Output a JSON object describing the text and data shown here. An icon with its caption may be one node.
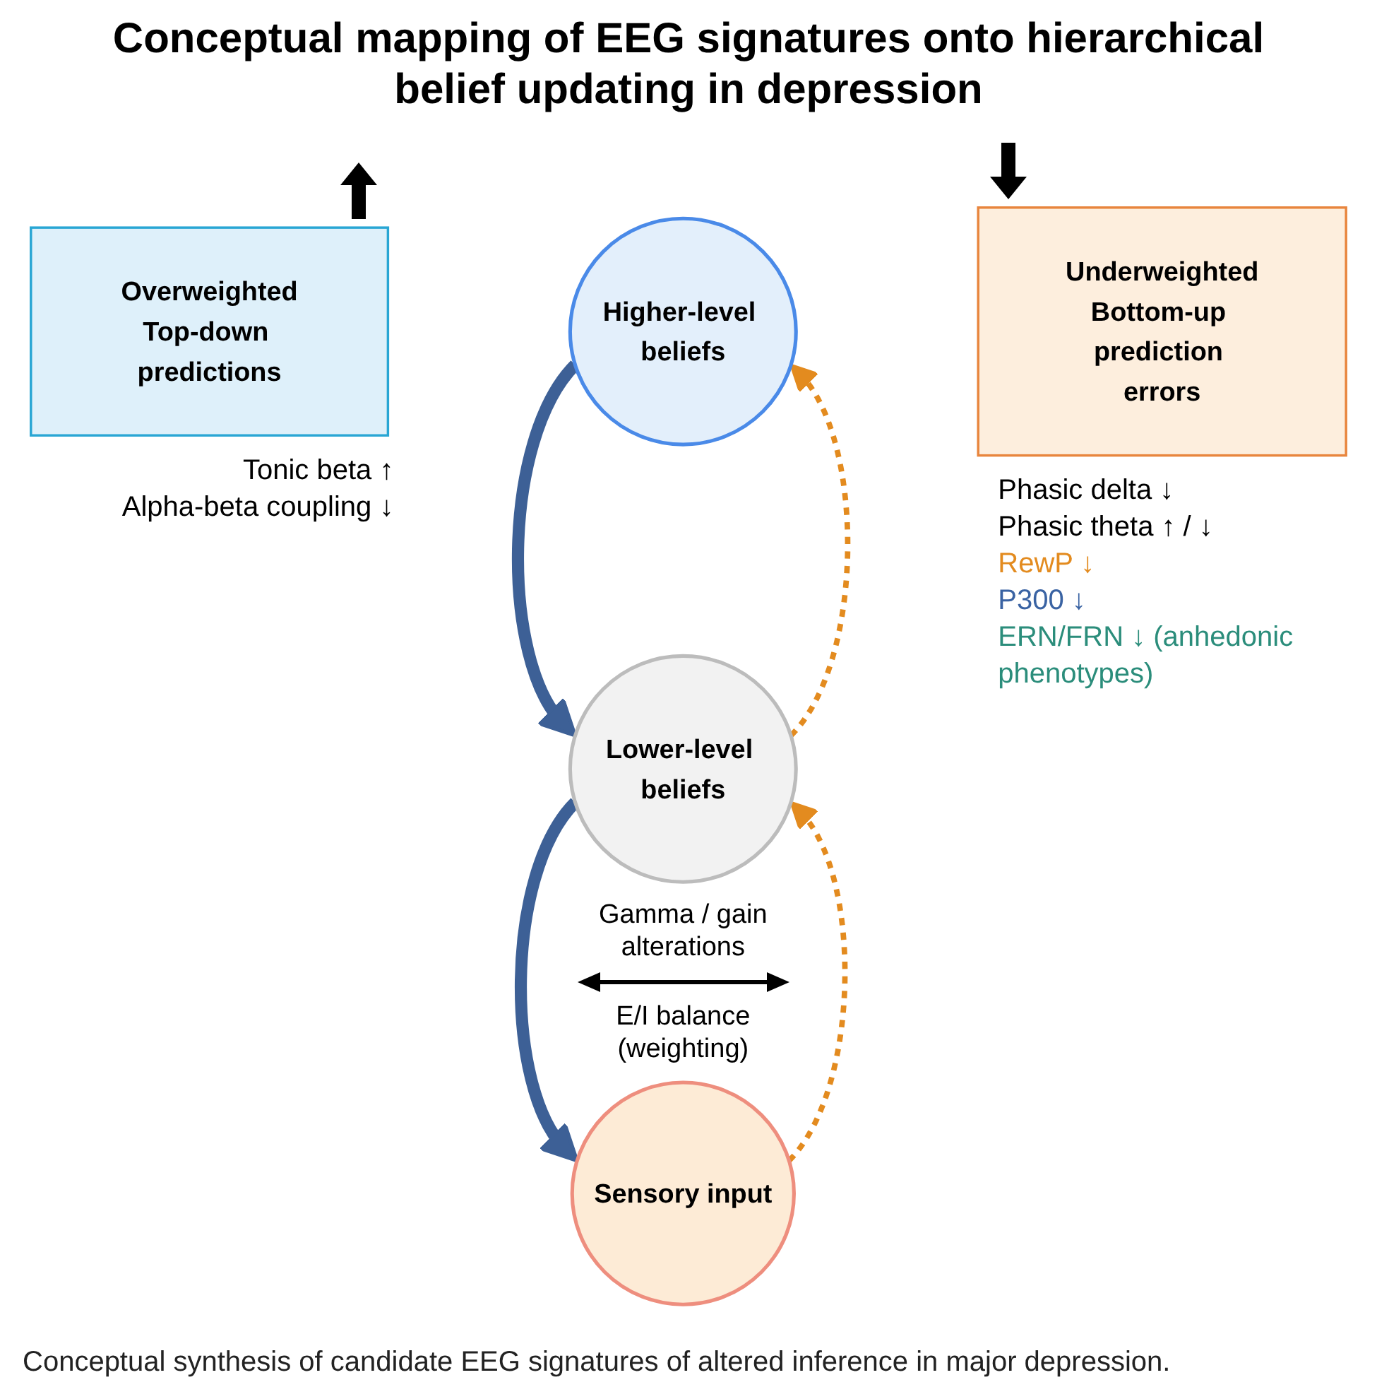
{
  "diagram": {
    "title": "Conceptual mapping of EEG signatures onto hierarchical belief updating in depression",
    "caption": "Conceptual synthesis of candidate EEG signatures of altered inference in major depression.",
    "nodes": [
      {
        "text": [
          "Higher-level beliefs"
        ]
      },
      {
        "text": [
          "Overweighted",
          "Top-down predictions"
        ],
        "beside": [
          "Tonic beta ↑",
          "Alpha-beta coupling ↓"
        ]
      },
      {
        "text": [
          "Lower-level beliefs"
        ]
      },
      {
        "text": [
          "Underweighted",
          "Bottom-up prediction errors"
        ],
        "beside": [
          "Phasic delta ↓",
          "Phasic theta ↑ / ↓",
          "RewP ↓",
          "P300 ↓",
          "ERN/FRN ↓ (anhedonic phenotypes)"
        ]
      },
      {
        "text": [
          "Sensory input"
        ]
      }
    ],
    "edges": [
      {
        "from": 0,
        "to": 2,
        "arrow": "to",
        "style": "thick",
        "color": "#3d6096"
      },
      {
        "from": 2,
        "to": 4,
        "arrow": "to",
        "style": "thick",
        "color": "#3d6096"
      },
      {
        "from": 4,
        "to": 2,
        "arrow": "to",
        "style": "dashed",
        "color": "#e38b1f"
      },
      {
        "from": 2,
        "to": 0,
        "arrow": "to",
        "style": "dashed",
        "color": "#e38b1f"
      }
    ],
    "labels": [
      "Gamma / gain alterations",
      "E/I balance (weighting)"
    ]
  }
}
